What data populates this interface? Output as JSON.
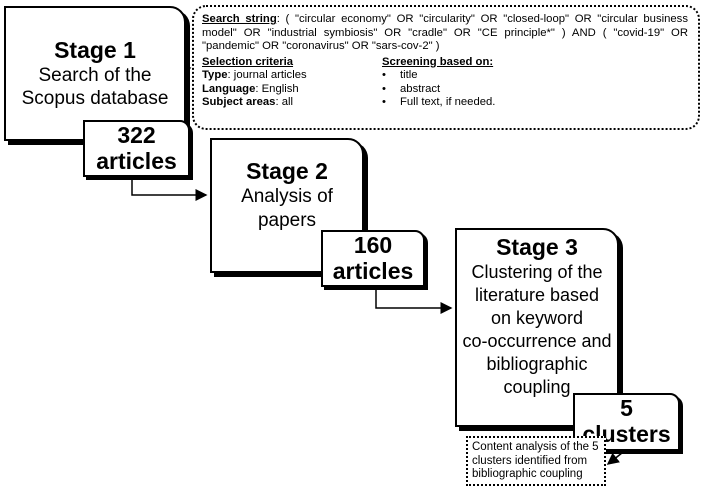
{
  "stage1": {
    "title": "Stage 1",
    "body": [
      "Search of the",
      "Scopus database"
    ],
    "count": [
      "322",
      "articles"
    ]
  },
  "stage2": {
    "title": "Stage 2",
    "body": [
      "Analysis of",
      "papers"
    ],
    "count": [
      "160",
      "articles"
    ]
  },
  "stage3": {
    "title": "Stage 3",
    "body": [
      "Clustering of the",
      "literature based",
      "on keyword",
      "co-occurrence and",
      "bibliographic",
      "coupling"
    ],
    "count": [
      "5",
      "clusters"
    ]
  },
  "search_box": {
    "search_string_label": "Search string",
    "search_string_text": ": ( \"circular economy\" OR \"circularity\" OR \"closed-loop\" OR \"circular business model\" OR \"industrial symbiosis\" OR \"cradle\" OR \"CE principle*\" ) AND ( \"covid-19\" OR \"pandemic\" OR \"coronavirus\" OR \"sars-cov-2\" )",
    "selection_criteria_label": "Selection criteria",
    "criteria": [
      {
        "label": "Type",
        "value": ": journal articles"
      },
      {
        "label": "Language",
        "value": ": English"
      },
      {
        "label": "Subject areas",
        "value": ": all"
      }
    ],
    "screening_label": "Screening based on:",
    "screening_items": [
      "title",
      "abstract",
      "Full text, if needed."
    ]
  },
  "content_note": "Content analysis of the 5 clusters identified from bibliographic coupling"
}
